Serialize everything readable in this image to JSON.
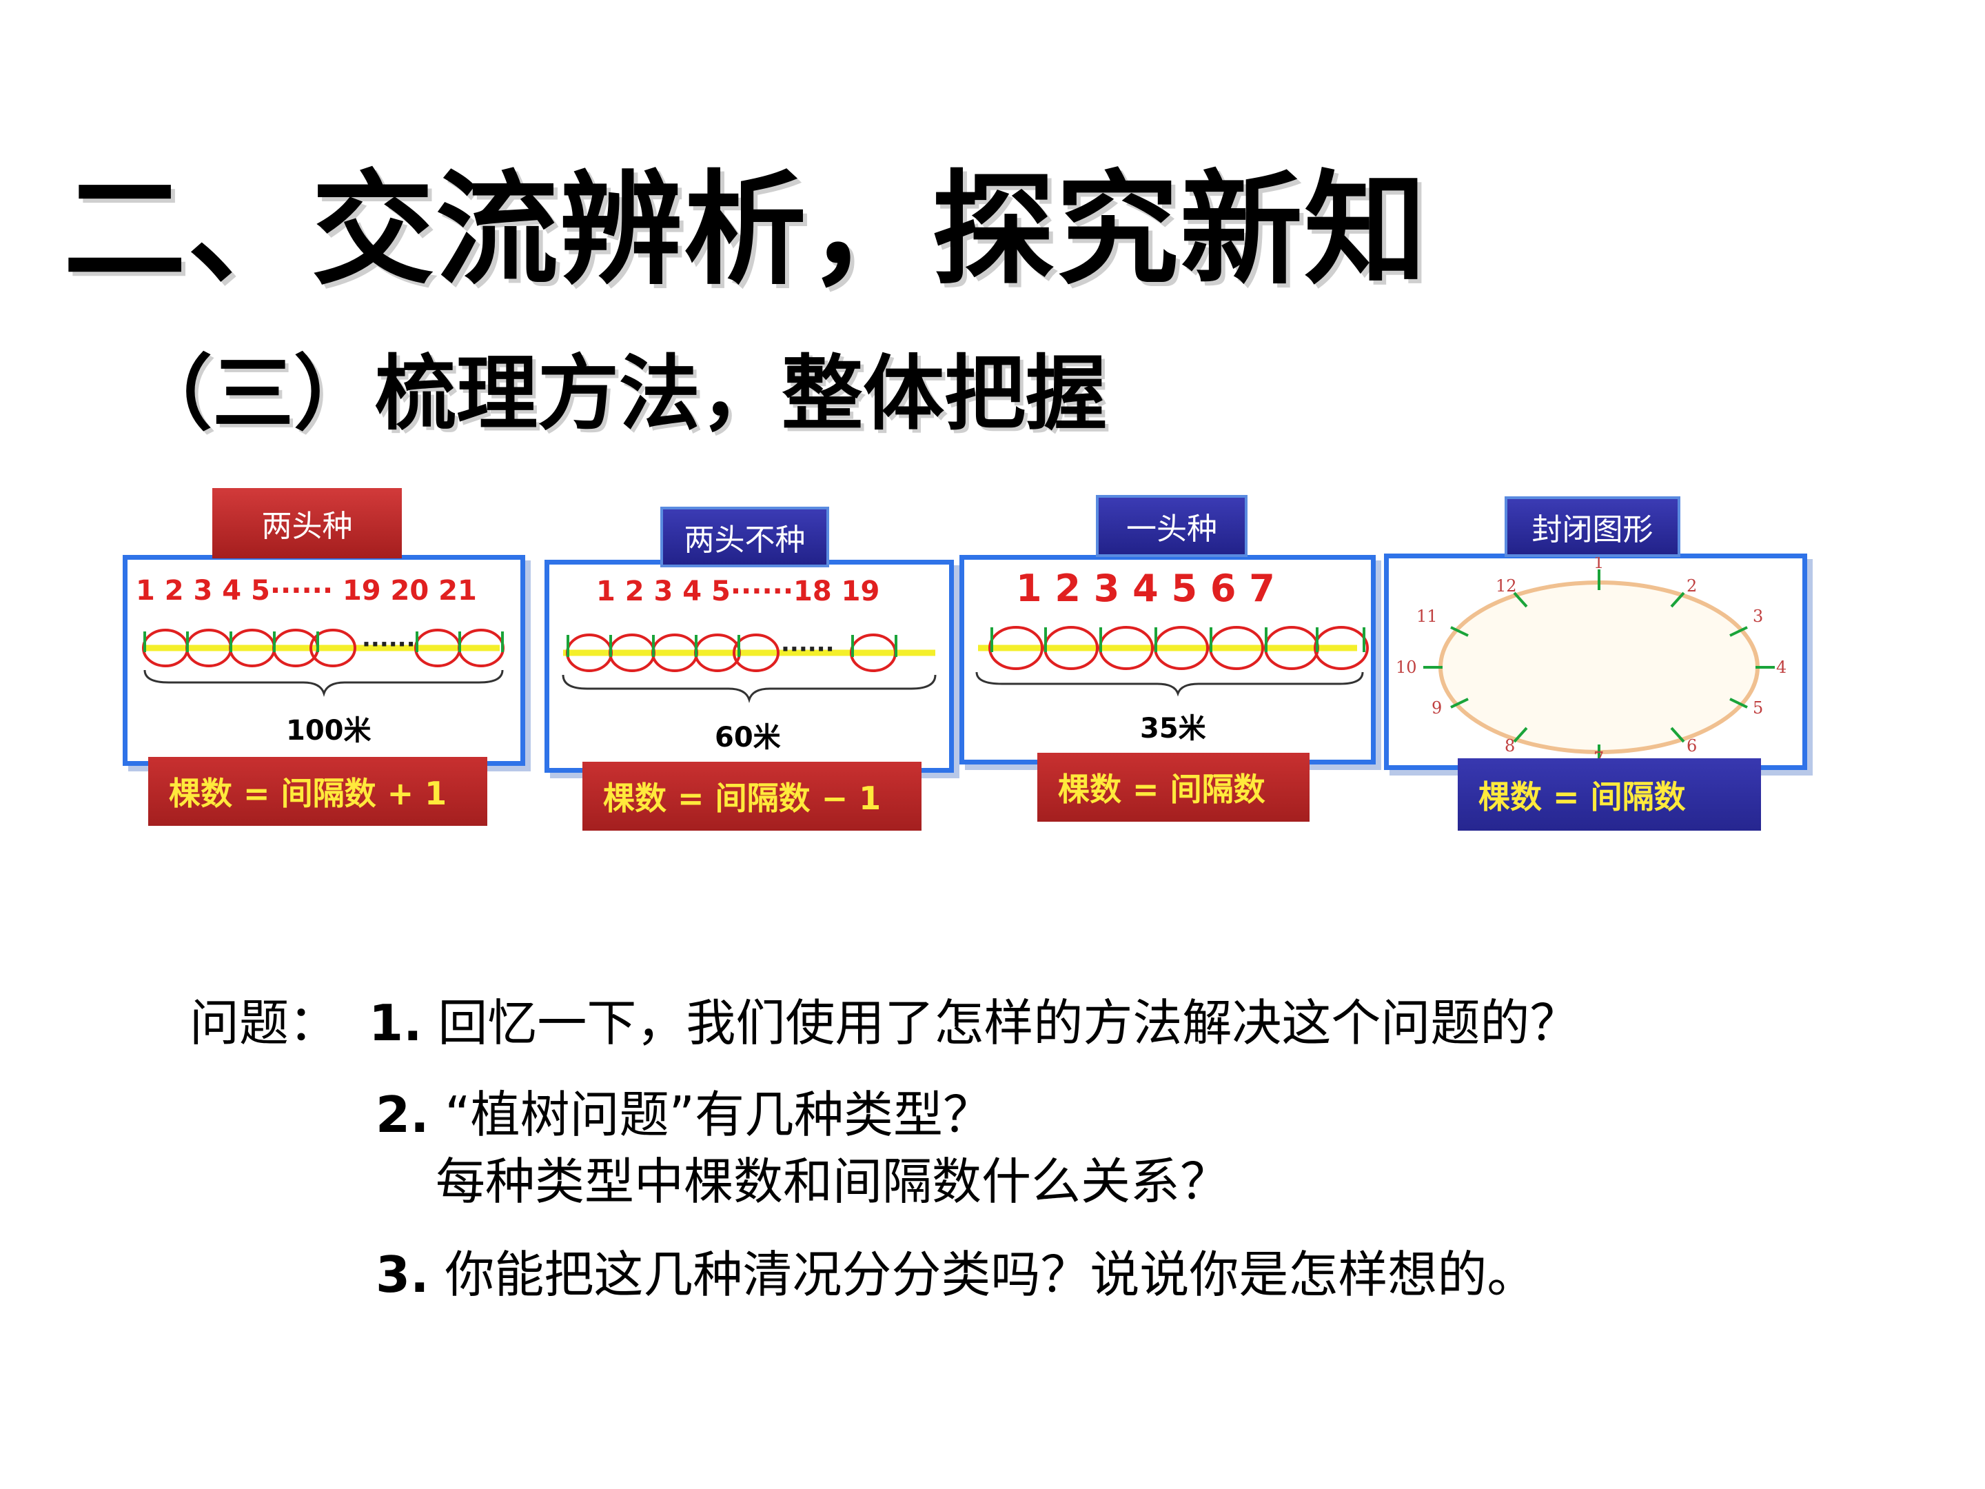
{
  "slide": {
    "title": "二、交流辨析，探究新知",
    "subtitle": "（三）梳理方法，整体把握"
  },
  "panels": [
    {
      "tab": "两头种",
      "numbers": "1  2  3  4  5······ 19  20  21",
      "distance": "100米",
      "formula": "棵数 = 间隔数 + 1"
    },
    {
      "tab": "两头不种",
      "numbers": "1  2  3  4  5······18  19",
      "distance": "60米",
      "formula": "棵数 = 间隔数 − 1"
    },
    {
      "tab": "一头种",
      "numbers": "1  2  3  4  5  6  7",
      "distance": "35米",
      "formula": "棵数 = 间隔数"
    },
    {
      "tab": "封闭图形",
      "clock_numbers": [
        "1",
        "2",
        "3",
        "4",
        "5",
        "6",
        "7",
        "8",
        "9",
        "10",
        "11",
        "12"
      ],
      "formula": "棵数 = 间隔数"
    }
  ],
  "questions": {
    "label": "问题：",
    "q1_num": "1.",
    "q1_text": "回忆一下，我们使用了怎样的方法解决这个问题的？",
    "q2_num": "2.",
    "q2_text": "“植树问题”有几种类型？",
    "q2_text2": "每种类型中棵数和间隔数什么关系？",
    "q3_num": "3.",
    "q3_text": "你能把这几种清况分分类吗？说说你是怎样想的。"
  }
}
